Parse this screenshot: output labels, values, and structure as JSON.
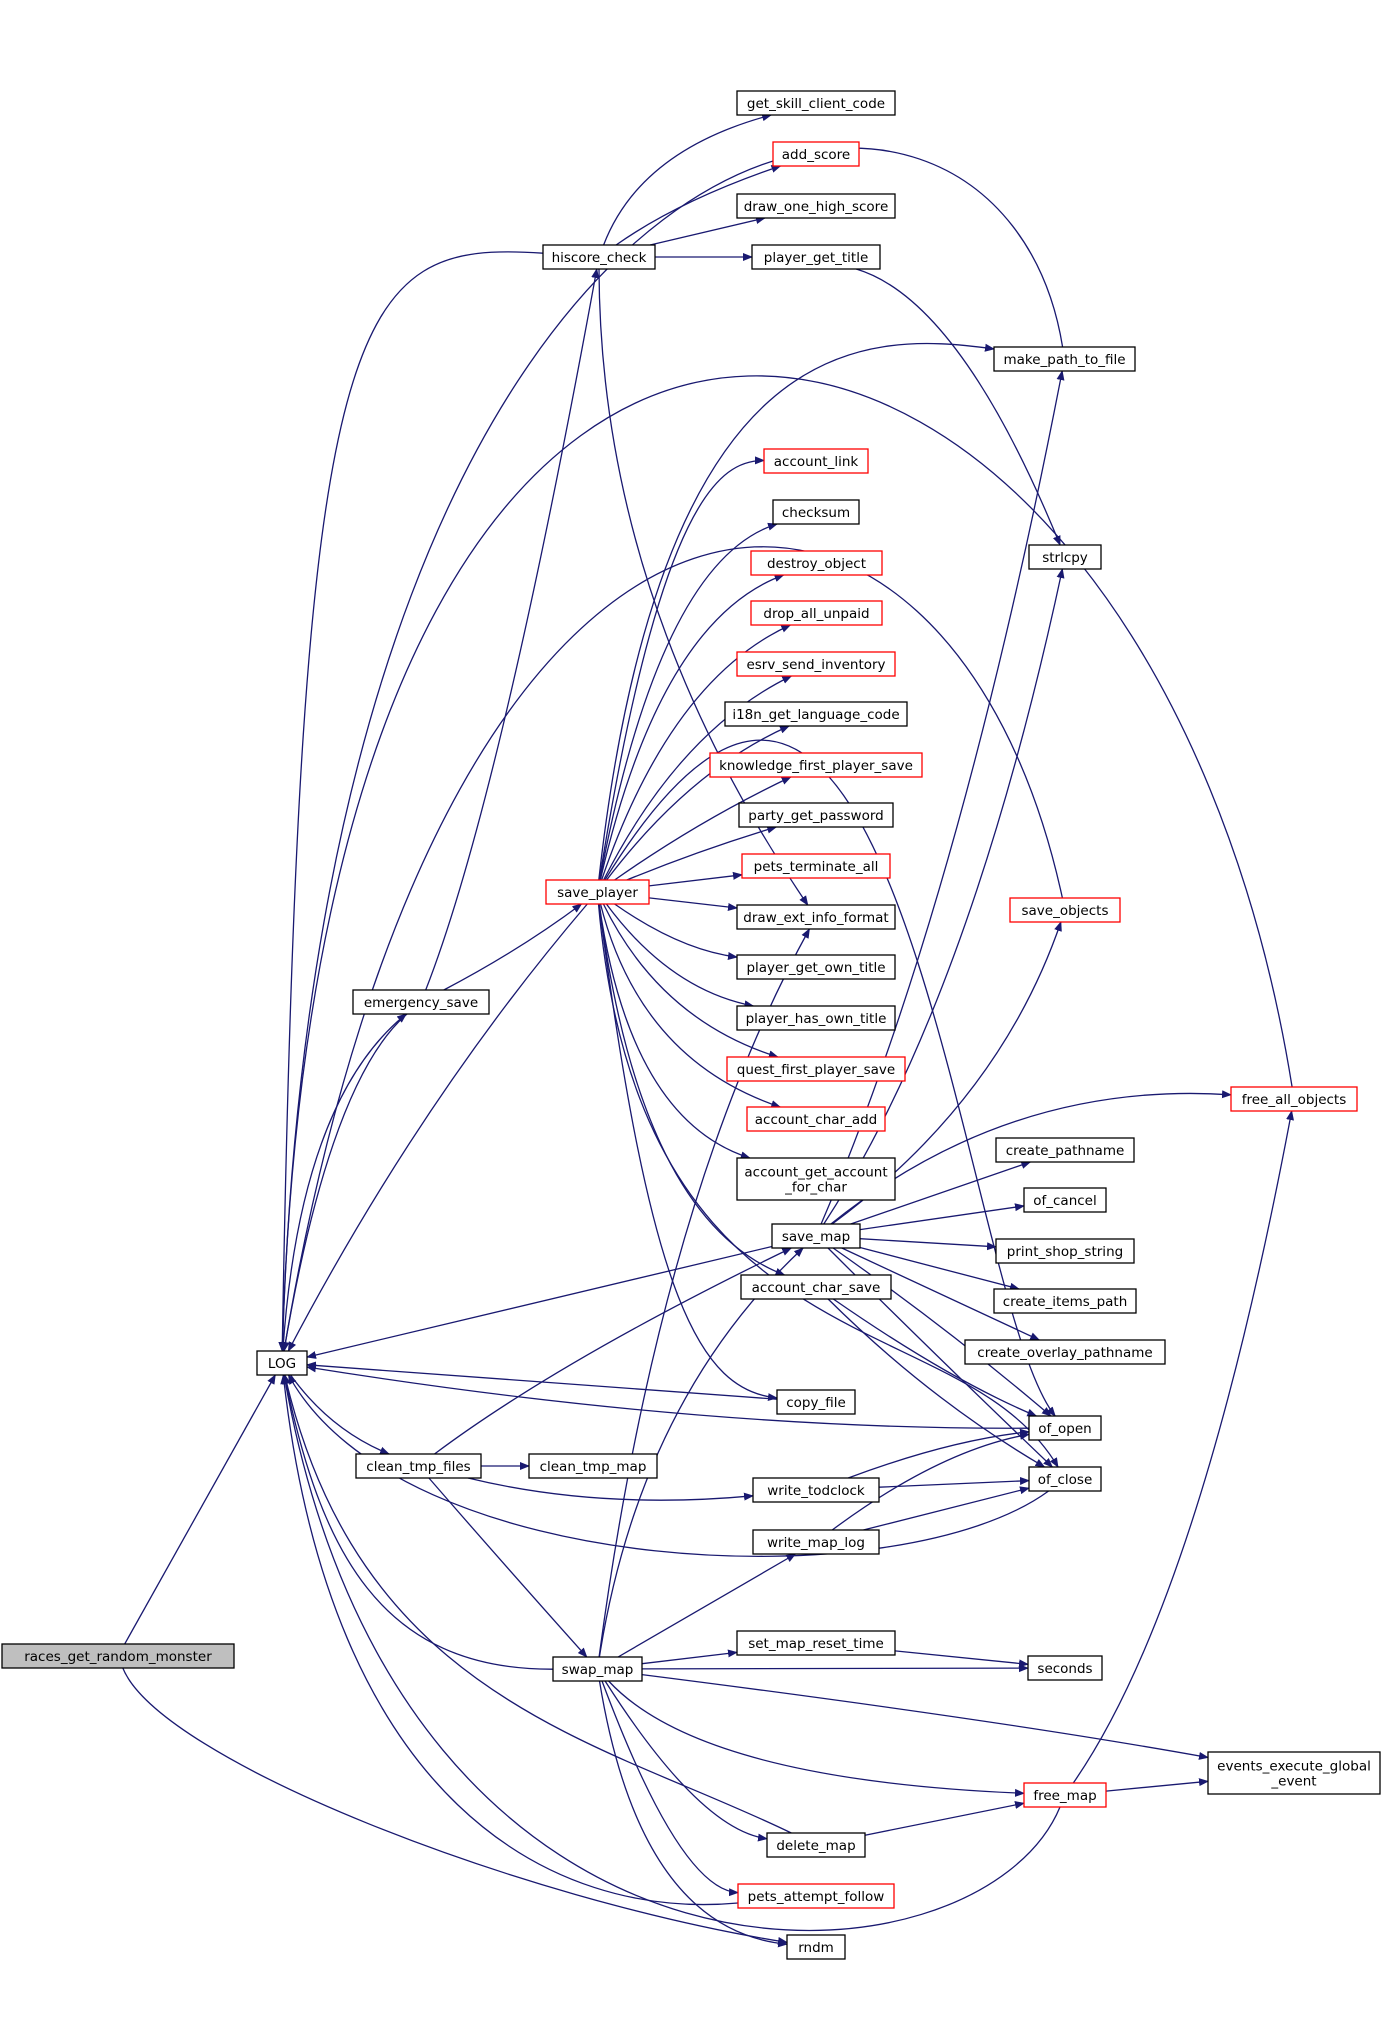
{
  "colors": {
    "edge": "#191970",
    "node_border_normal": "#000000",
    "node_border_truncated": "#ff0000",
    "root_fill": "#bfbfbf",
    "node_fill": "#ffffff"
  },
  "nodes": {
    "races_get_random_monster": {
      "label": "races_get_random_monster",
      "kind": "root"
    },
    "LOG": {
      "label": "LOG",
      "kind": "normal"
    },
    "hiscore_check": {
      "label": "hiscore_check",
      "kind": "normal"
    },
    "get_skill_client_code": {
      "label": "get_skill_client_code",
      "kind": "normal"
    },
    "add_score": {
      "label": "add_score",
      "kind": "truncated"
    },
    "draw_one_high_score": {
      "label": "draw_one_high_score",
      "kind": "normal"
    },
    "player_get_title": {
      "label": "player_get_title",
      "kind": "normal"
    },
    "make_path_to_file": {
      "label": "make_path_to_file",
      "kind": "normal"
    },
    "account_link": {
      "label": "account_link",
      "kind": "truncated"
    },
    "checksum": {
      "label": "checksum",
      "kind": "normal"
    },
    "strlcpy": {
      "label": "strlcpy",
      "kind": "normal"
    },
    "destroy_object": {
      "label": "destroy_object",
      "kind": "truncated"
    },
    "drop_all_unpaid": {
      "label": "drop_all_unpaid",
      "kind": "truncated"
    },
    "esrv_send_inventory": {
      "label": "esrv_send_inventory",
      "kind": "truncated"
    },
    "i18n_get_language_code": {
      "label": "i18n_get_language_code",
      "kind": "normal"
    },
    "knowledge_first_player_save": {
      "label": "knowledge_first_player_save",
      "kind": "truncated"
    },
    "party_get_password": {
      "label": "party_get_password",
      "kind": "normal"
    },
    "pets_terminate_all": {
      "label": "pets_terminate_all",
      "kind": "truncated"
    },
    "save_player": {
      "label": "save_player",
      "kind": "truncated"
    },
    "save_objects": {
      "label": "save_objects",
      "kind": "truncated"
    },
    "draw_ext_info_format": {
      "label": "draw_ext_info_format",
      "kind": "normal"
    },
    "player_get_own_title": {
      "label": "player_get_own_title",
      "kind": "normal"
    },
    "emergency_save": {
      "label": "emergency_save",
      "kind": "normal"
    },
    "player_has_own_title": {
      "label": "player_has_own_title",
      "kind": "normal"
    },
    "quest_first_player_save": {
      "label": "quest_first_player_save",
      "kind": "truncated"
    },
    "free_all_objects": {
      "label": "free_all_objects",
      "kind": "truncated"
    },
    "account_char_add": {
      "label": "account_char_add",
      "kind": "truncated"
    },
    "create_pathname": {
      "label": "create_pathname",
      "kind": "normal"
    },
    "account_get_account_for_char": {
      "label": "account_get_account\n_for_char",
      "kind": "normal"
    },
    "of_cancel": {
      "label": "of_cancel",
      "kind": "normal"
    },
    "save_map": {
      "label": "save_map",
      "kind": "normal"
    },
    "print_shop_string": {
      "label": "print_shop_string",
      "kind": "normal"
    },
    "account_char_save": {
      "label": "account_char_save",
      "kind": "normal"
    },
    "create_items_path": {
      "label": "create_items_path",
      "kind": "normal"
    },
    "create_overlay_pathname": {
      "label": "create_overlay_pathname",
      "kind": "normal"
    },
    "copy_file": {
      "label": "copy_file",
      "kind": "normal"
    },
    "of_open": {
      "label": "of_open",
      "kind": "normal"
    },
    "clean_tmp_files": {
      "label": "clean_tmp_files",
      "kind": "normal"
    },
    "clean_tmp_map": {
      "label": "clean_tmp_map",
      "kind": "normal"
    },
    "write_todclock": {
      "label": "write_todclock",
      "kind": "normal"
    },
    "of_close": {
      "label": "of_close",
      "kind": "normal"
    },
    "write_map_log": {
      "label": "write_map_log",
      "kind": "normal"
    },
    "set_map_reset_time": {
      "label": "set_map_reset_time",
      "kind": "normal"
    },
    "swap_map": {
      "label": "swap_map",
      "kind": "normal"
    },
    "seconds": {
      "label": "seconds",
      "kind": "normal"
    },
    "events_execute_global_event": {
      "label": "events_execute_global\n_event",
      "kind": "normal"
    },
    "free_map": {
      "label": "free_map",
      "kind": "truncated"
    },
    "delete_map": {
      "label": "delete_map",
      "kind": "normal"
    },
    "pets_attempt_follow": {
      "label": "pets_attempt_follow",
      "kind": "truncated"
    },
    "rndm": {
      "label": "rndm",
      "kind": "normal"
    }
  }
}
